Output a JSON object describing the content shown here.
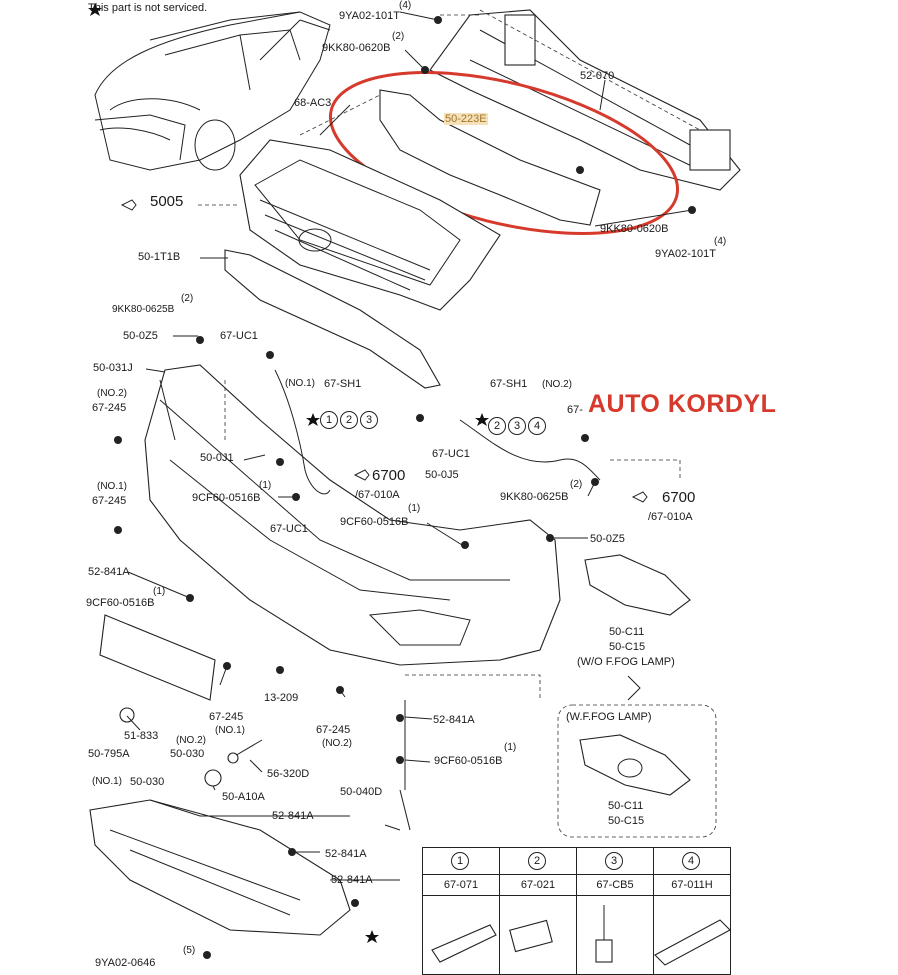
{
  "note": "This part is not serviced.",
  "brand": "AUTO KORDYL",
  "labels": {
    "p9ya02_top": "9YA02-101T",
    "q4_top": "(4)",
    "p9kk80_top": "9KK80-0620B",
    "q2_top": "(2)",
    "p52070": "52-070",
    "p68ac3": "68-AC3",
    "p50223e": "50-223E",
    "ref5005": "5005",
    "p9kk80_r": "9KK80-0620B",
    "q4_r": "(4)",
    "p9ya02_r": "9YA02-101T",
    "p501t1b": "50-1T1B",
    "q2_l": "(2)",
    "p9kk80_0625b_l": "9KK80-0625B",
    "p500z5_l": "50-0Z5",
    "p67uc1_a": "67-UC1",
    "p50031j": "50-031J",
    "no1_sh1": "(NO.1)",
    "p67sh1_a": "67-SH1",
    "no2_l": "(NO.2)",
    "p67245_l": "67-245",
    "p500j1": "50-0J1",
    "q1_a": "(1)",
    "p9cf60_a": "9CF60-0516B",
    "p67uc1_b": "67-UC1",
    "ref6700_a": "6700",
    "p67010a_a": "/67-010A",
    "p67sh1_b": "67-SH1",
    "no2_sh1": "(NO.2)",
    "p67_r": "67-",
    "p67uc1_c": "67-UC1",
    "p500j5": "50-0J5",
    "q2_b": "(2)",
    "p9kk80_0625b_b": "9KK80-0625B",
    "ref6700_b": "6700",
    "p67010a_b": "/67-010A",
    "no1_l": "(NO.1)",
    "p67245_l2": "67-245",
    "q1_b": "(1)",
    "p9cf60_b": "9CF60-0516B",
    "p500z5_r": "50-0Z5",
    "p52841a_l": "52-841A",
    "q1_c": "(1)",
    "p9cf60_c": "9CF60-0516B",
    "p50c11_a": "50-C11",
    "p50c15_a": "50-C15",
    "wo_fog": "(W/O F.FOG LAMP)",
    "w_fog": "(W.F.FOG LAMP)",
    "p13209": "13-209",
    "p67245_b1": "67-245",
    "no1_b1": "(NO.1)",
    "p67245_b2": "67-245",
    "no2_b2": "(NO.2)",
    "p52841a_m": "52-841A",
    "p51833": "51-833",
    "no2_m": "(NO.2)",
    "p50795a": "50-795A",
    "p50030_a": "50-030",
    "q1_d": "(1)",
    "p9cf60_d": "9CF60-0516B",
    "p56320d": "56-320D",
    "no1_m": "(NO.1)",
    "p50030_b": "50-030",
    "p50a10a": "50-A10A",
    "p50040d": "50-040D",
    "p52841a_b1": "52-841A",
    "p52841a_b2": "52-841A",
    "p52841a_b3": "52-841A",
    "p50c11_b": "50-C11",
    "p50c15_b": "50-C15",
    "q5": "(5)",
    "p9ya02_b": "9YA02-0646"
  },
  "callouts": [
    "1",
    "2",
    "3",
    "4"
  ],
  "legend": {
    "nums": [
      "1",
      "2",
      "3",
      "4"
    ],
    "codes": [
      "67-071",
      "67-021",
      "67-CB5",
      "67-011H"
    ]
  },
  "colors": {
    "highlight_ellipse": "#d63a2c",
    "brand": "#d63a2c"
  }
}
